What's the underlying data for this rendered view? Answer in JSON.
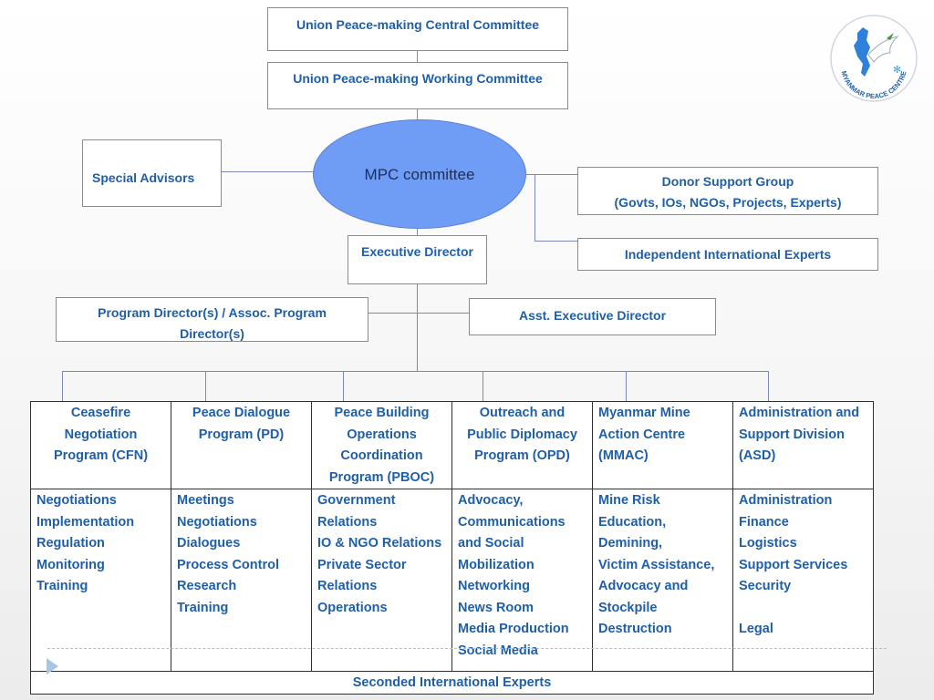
{
  "boxes": {
    "central_committee": "Union Peace-making Central Committee",
    "working_committee": "Union Peace-making Working Committee",
    "special_advisors": "Special Advisors",
    "mpc_committee": "MPC committee",
    "donor_support_line1": "Donor Support Group",
    "donor_support_line2": "(Govts, IOs, NGOs, Projects, Experts)",
    "independent_experts": "Independent International Experts",
    "executive_director": "Executive Director",
    "program_director_line1": "Program Director(s) / Assoc. Program",
    "program_director_line2": "Director(s)",
    "asst_executive_director": "Asst. Executive Director"
  },
  "logo": {
    "text": "MYANMAR PEACE CENTRE",
    "accent_color": "#1f5fa8"
  },
  "programs": [
    {
      "heading": [
        "Ceasefire",
        "Negotiation",
        "Program (CFN)"
      ],
      "items": [
        "Negotiations",
        "Implementation",
        "Regulation",
        "Monitoring",
        "Training"
      ]
    },
    {
      "heading": [
        "Peace Dialogue",
        "Program (PD)"
      ],
      "items": [
        "Meetings",
        "Negotiations",
        "Dialogues",
        "Process Control",
        "Research",
        "Training"
      ]
    },
    {
      "heading": [
        "Peace Building",
        "Operations",
        "Coordination",
        "Program (PBOC)"
      ],
      "items": [
        "Government",
        "Relations",
        "IO & NGO Relations",
        "Private Sector",
        "Relations",
        "Operations"
      ]
    },
    {
      "heading": [
        "Outreach and",
        "Public Diplomacy",
        "Program (OPD)"
      ],
      "items": [
        "Advocacy,",
        "Communications",
        "and Social",
        "Mobilization",
        "Networking",
        "News Room",
        "Media Production",
        "Social Media"
      ]
    },
    {
      "heading": [
        "Myanmar Mine",
        "Action Centre",
        "(MMAC)"
      ],
      "items": [
        "Mine Risk",
        "Education,",
        "Demining,",
        "Victim Assistance,",
        "Advocacy and",
        "Stockpile",
        "Destruction"
      ]
    },
    {
      "heading": [
        "Administration and",
        "Support Division",
        "(ASD)"
      ],
      "items": [
        "Administration",
        "Finance",
        "Logistics",
        "Support Services",
        "Security",
        "",
        "Legal"
      ]
    }
  ],
  "footer": "Seconded International Experts"
}
